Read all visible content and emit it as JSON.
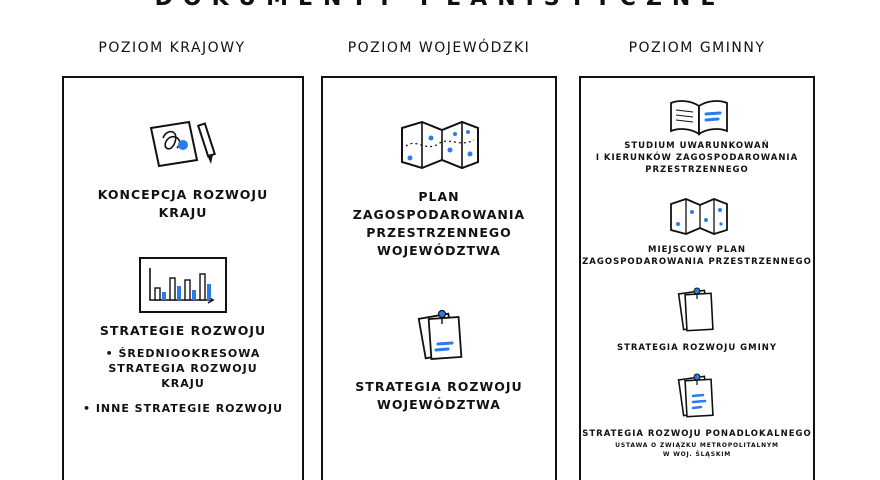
{
  "page_title": "DOKUMENTY PLANISTYCZNE",
  "columns": [
    {
      "heading": "POZIOM KRAJOWY",
      "items": [
        {
          "label_lines": [
            "KONCEPCJA ROZWOJU",
            "KRAJU"
          ],
          "icon": "concept-sketch-icon"
        },
        {
          "label_lines": [
            "STRATEGIE ROZWOJU"
          ],
          "icon": "bar-chart-icon",
          "bullets": [
            {
              "lines": [
                "• ŚREDNIOOKRESOWA",
                "STRATEGIA ROZWOJU",
                "KRAJU"
              ]
            },
            {
              "lines": [
                "• INNE STRATEGIE ROZWOJU"
              ]
            }
          ]
        }
      ]
    },
    {
      "heading": "POZIOM WOJEWÓDZKI",
      "items": [
        {
          "label_lines": [
            "PLAN",
            "ZAGOSPODAROWANIA",
            "PRZESTRZENNEGO",
            "WOJEWÓDZTWA"
          ],
          "icon": "folded-map-icon"
        },
        {
          "label_lines": [
            "STRATEGIA ROZWOJU",
            "WOJEWÓDZTWA"
          ],
          "icon": "pinned-document-icon"
        }
      ]
    },
    {
      "heading": "POZIOM GMINNY",
      "items": [
        {
          "label_lines": [
            "STUDIUM UWARUNKOWAŃ",
            "I KIERUNKÓW ZAGOSPODAROWANIA",
            "PRZESTRZENNEGO"
          ],
          "icon": "open-book-icon"
        },
        {
          "label_lines": [
            "MIEJSCOWY PLAN",
            "ZAGOSPODAROWANIA PRZESTRZENNEGO"
          ],
          "icon": "folded-map-icon"
        },
        {
          "label_lines": [
            "STRATEGIA ROZWOJU GMINY"
          ],
          "icon": "pinned-document-icon"
        },
        {
          "label_lines": [
            "STRATEGIA ROZWOJU PONADLOKALNEGO"
          ],
          "icon": "pinned-document-icon",
          "note_lines": [
            "USTAWA O ZWIĄZKU METROPOLITALNYM",
            "W WOJ. ŚLĄSKIM"
          ]
        }
      ]
    }
  ],
  "colors": {
    "ink": "#111111",
    "accent": "#2b7bea",
    "accent_light": "#a9c8f5",
    "background": "#ffffff"
  }
}
